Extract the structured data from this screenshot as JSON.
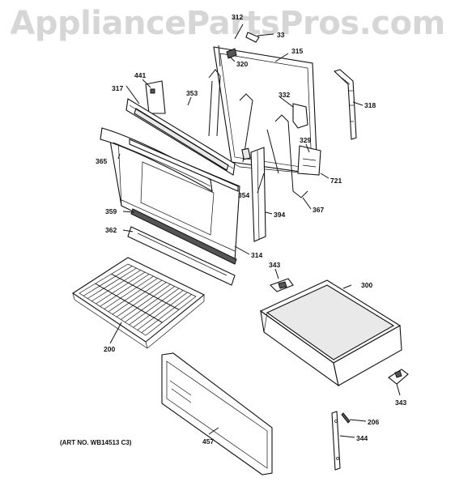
{
  "watermark": "AppliancePartsPros.com",
  "art_number": "(ART NO. WB14513 C3)",
  "parts": {
    "p312": "312",
    "p33": "33",
    "p315": "315",
    "p320": "320",
    "p441": "441",
    "p317": "317",
    "p353": "353",
    "p332": "332",
    "p318": "318",
    "p365": "365",
    "p329": "329",
    "p721": "721",
    "p354": "354",
    "p367": "367",
    "p394": "394",
    "p359": "359",
    "p362": "362",
    "p314": "314",
    "p343a": "343",
    "p300": "300",
    "p200": "200",
    "p343b": "343",
    "p206": "206",
    "p457": "457",
    "p344": "344"
  }
}
